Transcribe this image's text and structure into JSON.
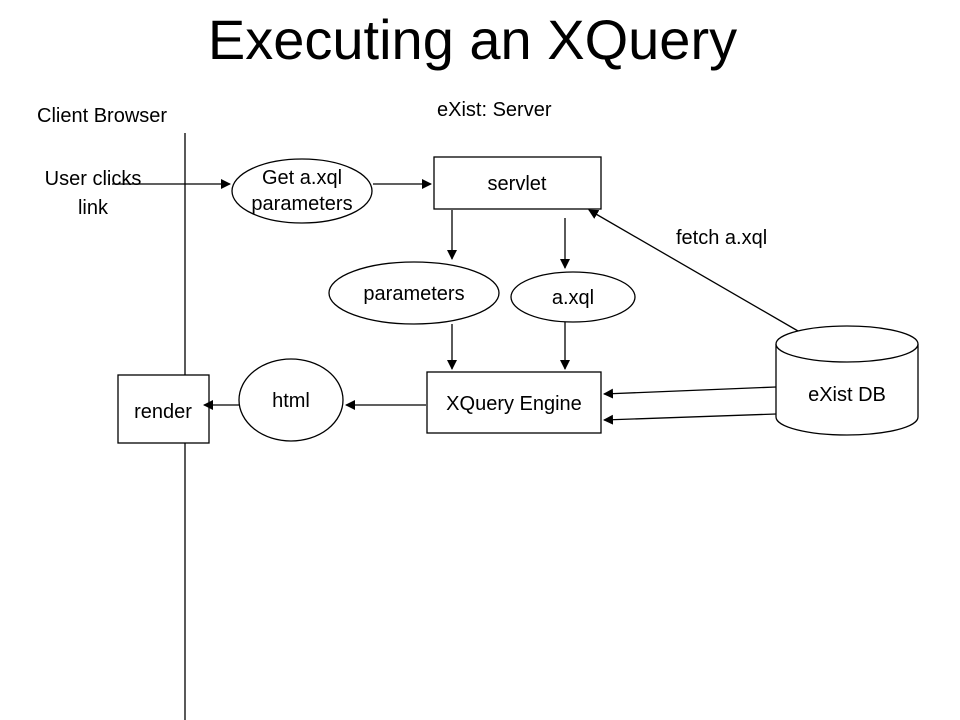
{
  "title": "Executing an XQuery",
  "regions": {
    "client": "Client Browser",
    "server": "eXist: Server"
  },
  "client": {
    "action_line1": "User clicks",
    "action_line2": "link",
    "render": "render"
  },
  "nodes": {
    "request_line1": "Get a.xql",
    "request_line2": "parameters",
    "servlet": "servlet",
    "parameters": "parameters",
    "axql": "a.xql",
    "engine": "XQuery Engine",
    "html": "html",
    "db": "eXist DB"
  },
  "edges": {
    "fetch": "fetch a.xql"
  }
}
